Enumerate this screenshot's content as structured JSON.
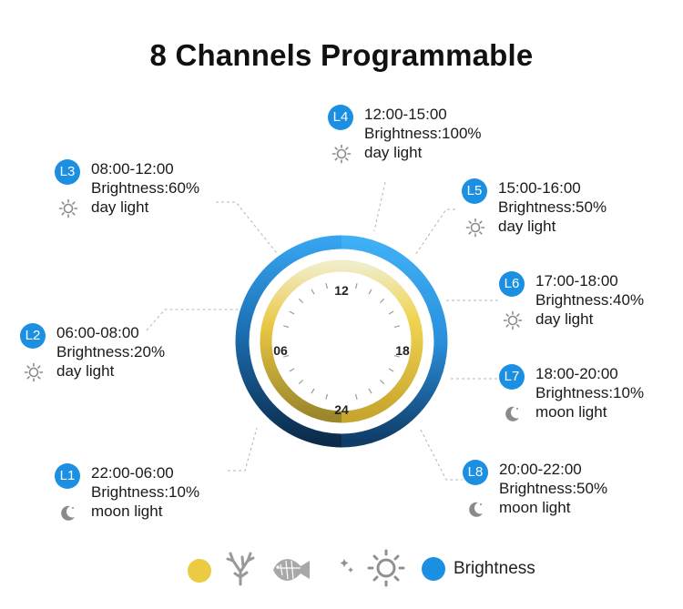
{
  "title": "8 Channels Programmable",
  "dial": {
    "labels": {
      "top": "12",
      "left": "06",
      "right": "18",
      "bottom": "24"
    }
  },
  "channels": [
    {
      "badge": "L1",
      "time": "22:00-06:00",
      "brightness": "Brightness:10%",
      "mode": "moon light",
      "mode_icon": "moon-icon"
    },
    {
      "badge": "L2",
      "time": "06:00-08:00",
      "brightness": "Brightness:20%",
      "mode": "day light",
      "mode_icon": "sun-icon"
    },
    {
      "badge": "L3",
      "time": "08:00-12:00",
      "brightness": "Brightness:60%",
      "mode": "day light",
      "mode_icon": "sun-icon"
    },
    {
      "badge": "L4",
      "time": "12:00-15:00",
      "brightness": "Brightness:100%",
      "mode": "day light",
      "mode_icon": "sun-icon"
    },
    {
      "badge": "L5",
      "time": "15:00-16:00",
      "brightness": "Brightness:50%",
      "mode": "day light",
      "mode_icon": "sun-icon"
    },
    {
      "badge": "L6",
      "time": "17:00-18:00",
      "brightness": "Brightness:40%",
      "mode": "day light",
      "mode_icon": "sun-icon"
    },
    {
      "badge": "L7",
      "time": "18:00-20:00",
      "brightness": "Brightness:10%",
      "mode": "moon light",
      "mode_icon": "moon-icon"
    },
    {
      "badge": "L8",
      "time": "20:00-22:00",
      "brightness": "Brightness:50%",
      "mode": "moon light",
      "mode_icon": "moon-icon"
    }
  ],
  "legend": {
    "icons": [
      "yellow-dot-icon",
      "coral-icon",
      "fish-icon",
      "moon-stars-icon",
      "sun-icon",
      "blue-dot-icon"
    ],
    "label": "Brightness"
  },
  "colors": {
    "accent_blue": "#1b8fe2",
    "ring_light_blue": "#3aa8f0",
    "ring_dark_navy": "#0e2e4e",
    "inner_yellow": "#eecf43",
    "inner_olive": "#9c8a2e",
    "inner_pale": "#efecbf",
    "icon_gray": "#8a8a8a"
  }
}
